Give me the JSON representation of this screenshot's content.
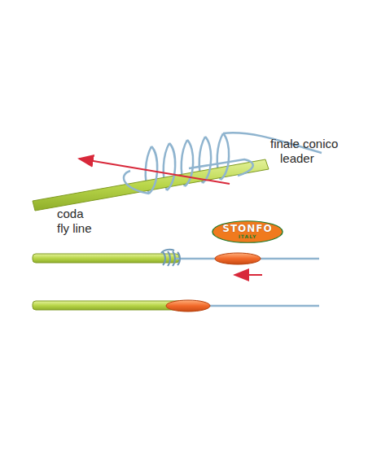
{
  "diagram": {
    "nodes": [
      {
        "text": [
          "STONFO",
          "ITALY"
        ]
      }
    ],
    "labels": [
      "finale conico",
      "leader",
      "coda",
      "fly line"
    ]
  }
}
